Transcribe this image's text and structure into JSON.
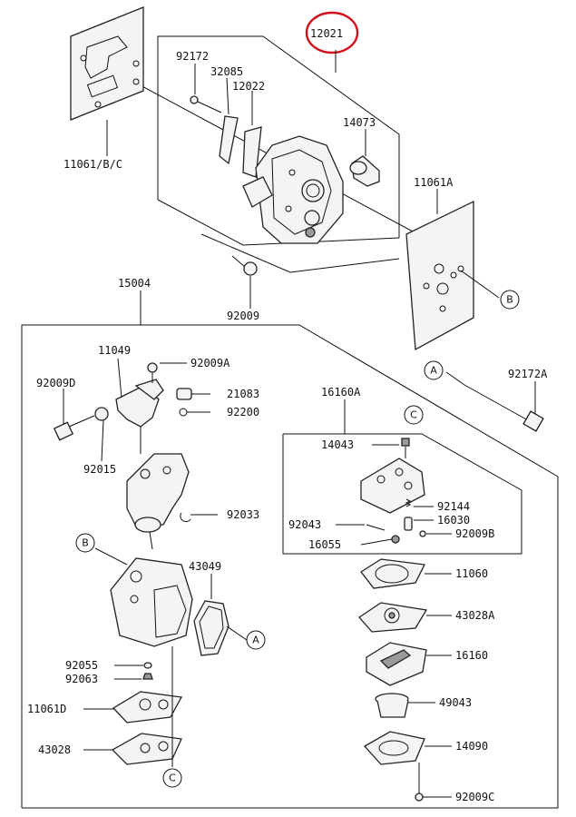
{
  "parts": {
    "p12021": "12021",
    "p92172": "92172",
    "p32085": "32085",
    "p12022": "12022",
    "p14073": "14073",
    "p11061bc": "11061/B/C",
    "p11061a": "11061A",
    "p92009": "92009",
    "p15004": "15004",
    "p11049": "11049",
    "p92009a": "92009A",
    "p92009d": "92009D",
    "p21083": "21083",
    "p92200": "92200",
    "p92015": "92015",
    "p92033": "92033",
    "p92172a": "92172A",
    "p16160a": "16160A",
    "p14043": "14043",
    "p92144": "92144",
    "p92043": "92043",
    "p16030": "16030",
    "p16055": "16055",
    "p92009b": "92009B",
    "p43049": "43049",
    "p11060": "11060",
    "p43028a": "43028A",
    "p92055": "92055",
    "p92063": "92063",
    "p16160": "16160",
    "p49043": "49043",
    "p11061d": "11061D",
    "p43028": "43028",
    "p14090": "14090",
    "p92009c": "92009C"
  },
  "refs": {
    "a": "A",
    "b": "B",
    "c": "C"
  },
  "highlight_color": "#d0101a"
}
